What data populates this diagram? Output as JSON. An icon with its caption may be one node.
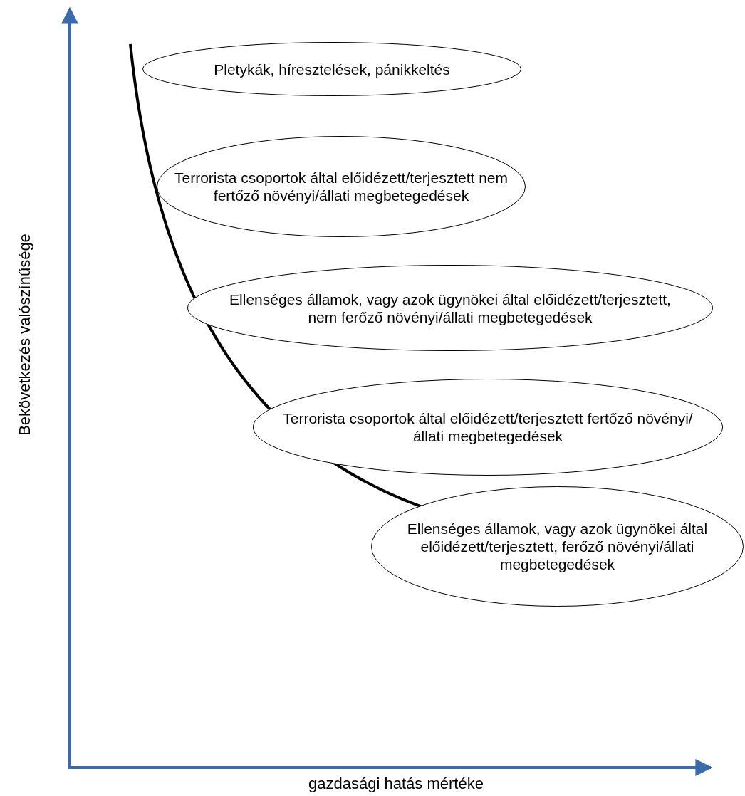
{
  "diagram": {
    "nodes": [
      {
        "text": [
          "Pletykák, híresztelések, pánikkeltés"
        ]
      },
      {
        "text": [
          "Terrorista csoportok által előidézett/terjesztett nem fertőző növényi/állati megbetegedések"
        ]
      },
      {
        "text": [
          "Ellenséges államok, vagy azok ügynökei által előidézett/terjesztett, nem ferőző növényi/állati megbetegedések"
        ]
      },
      {
        "text": [
          "Terrorista csoportok által előidézett/terjesztett fertőző növényi/állati megbetegedések"
        ]
      },
      {
        "text": [
          "Ellenséges államok, vagy azok ügynökei által előidézett/terjesztett, ferőző növényi/állati megbetegedések"
        ]
      }
    ],
    "labels": [
      "Bekövetkezés valószínűsége",
      "gazdasági hatás mértéke"
    ]
  }
}
